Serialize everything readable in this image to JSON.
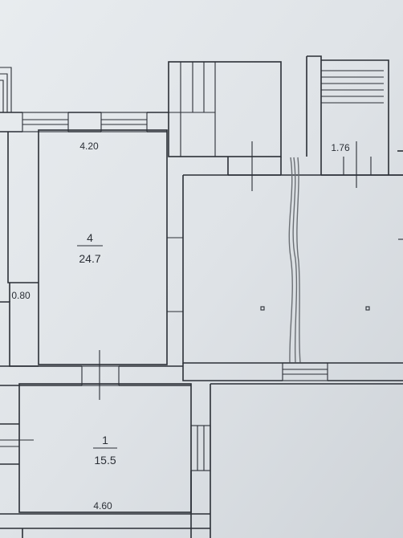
{
  "rooms": [
    {
      "number": "4",
      "area": "24.7"
    },
    {
      "number": "1",
      "area": "15.5"
    }
  ],
  "dimensions": [
    "4.20",
    "1.76",
    "0.80",
    "4.60"
  ]
}
